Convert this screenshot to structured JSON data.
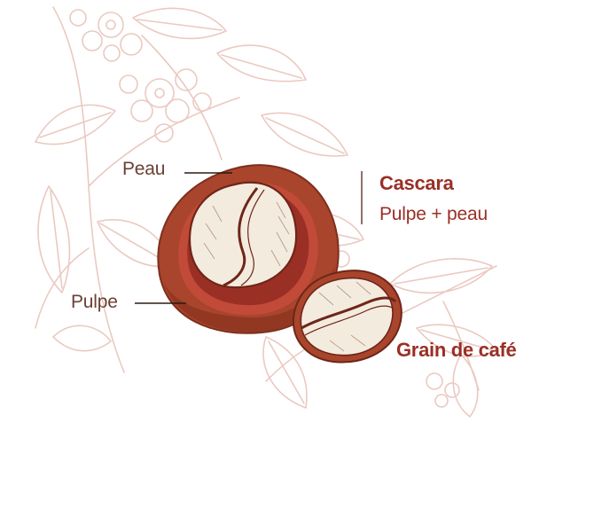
{
  "labels": {
    "peau": "Peau",
    "pulpe": "Pulpe",
    "cascara_title": "Cascara",
    "cascara_subtitle": "Pulpe + peau",
    "grain": "Grain de café"
  },
  "colors": {
    "accent": "#9a2f25",
    "label_text": "#6b4034",
    "sketch": "#ebc9c1",
    "fruit_skin": "#a8452c",
    "fruit_pulp": "#c24a38",
    "bean_flesh": "#f4ebdf",
    "background": "#ffffff"
  },
  "icons": {
    "background": "coffee-plant-sketch-icon",
    "fruit": "coffee-cherry-cross-section-icon",
    "bean": "coffee-bean-icon"
  }
}
